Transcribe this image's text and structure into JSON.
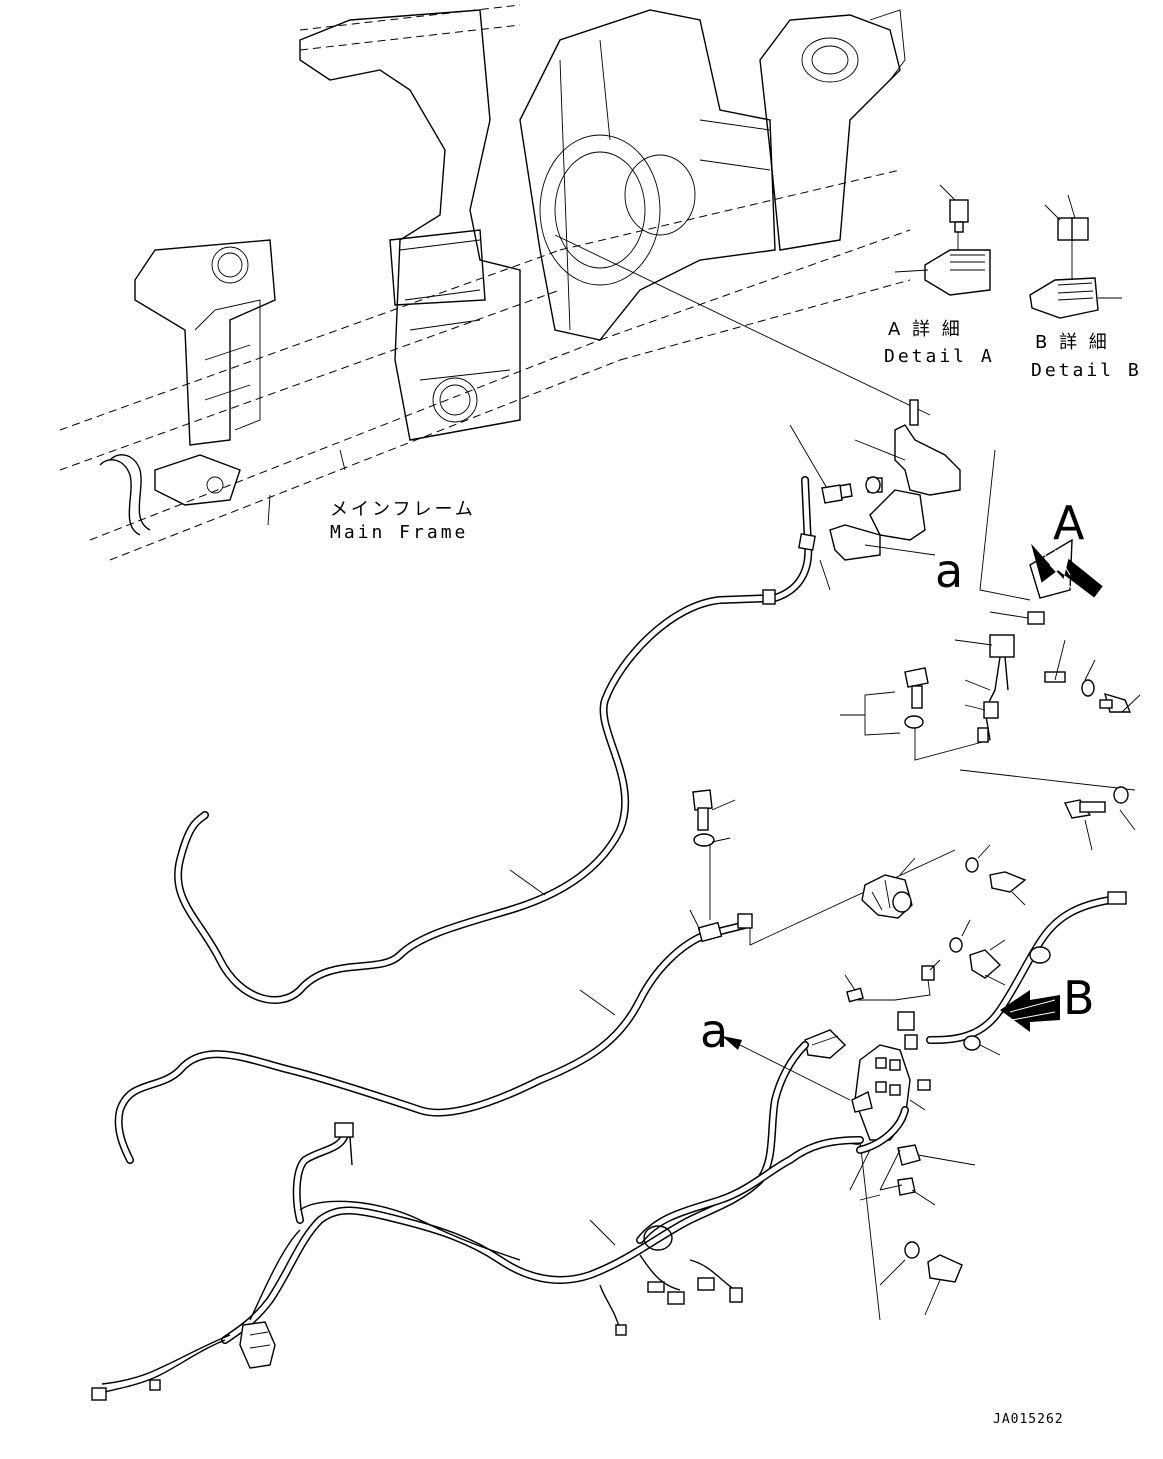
{
  "labels": {
    "detail_a_jp": "A 詳 細",
    "detail_a_en": "Detail  A",
    "detail_b_jp": "B 詳 細",
    "detail_b_en": "Detail  B",
    "main_frame_jp": "メインフレーム",
    "main_frame_en": "Main Frame",
    "arrow_a": "A",
    "arrow_b": "B",
    "ref_a_1": "a",
    "ref_a_2": "a",
    "drawing_number": "JA015262"
  }
}
